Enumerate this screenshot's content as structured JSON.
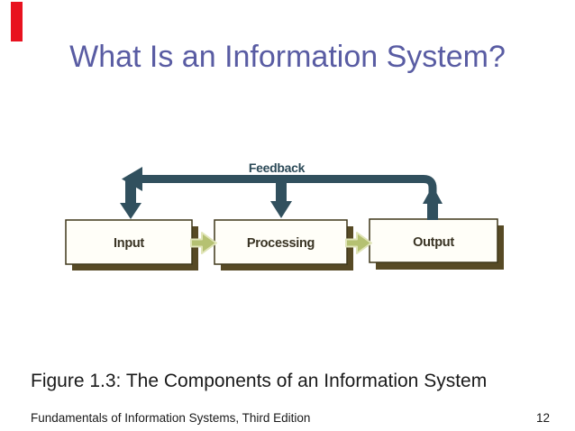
{
  "slide": {
    "title": "What Is an Information System?",
    "caption": "Figure 1.3: The Components of an Information System",
    "footer": {
      "text": "Fundamentals of Information Systems, Third Edition",
      "page_number": "12"
    }
  },
  "diagram": {
    "feedback_label": "Feedback",
    "boxes": [
      {
        "label": "Input"
      },
      {
        "label": "Processing"
      },
      {
        "label": "Output"
      }
    ],
    "colors": {
      "feedback_arrow": "#31505e",
      "feedback_text": "#2c4a58",
      "flow_arrow_fill": "#b5c172",
      "flow_arrow_edge": "#e0e4b8",
      "box_fill": "#fffef8",
      "box_border": "#3e3719",
      "box_shadow": "#574a25",
      "box_label": "#3a3424"
    }
  },
  "accent": {
    "red_bar": "#e8121f"
  },
  "theme": {
    "title_color": "#595ca3",
    "text_color": "#1a1a1a",
    "background": "#ffffff"
  }
}
